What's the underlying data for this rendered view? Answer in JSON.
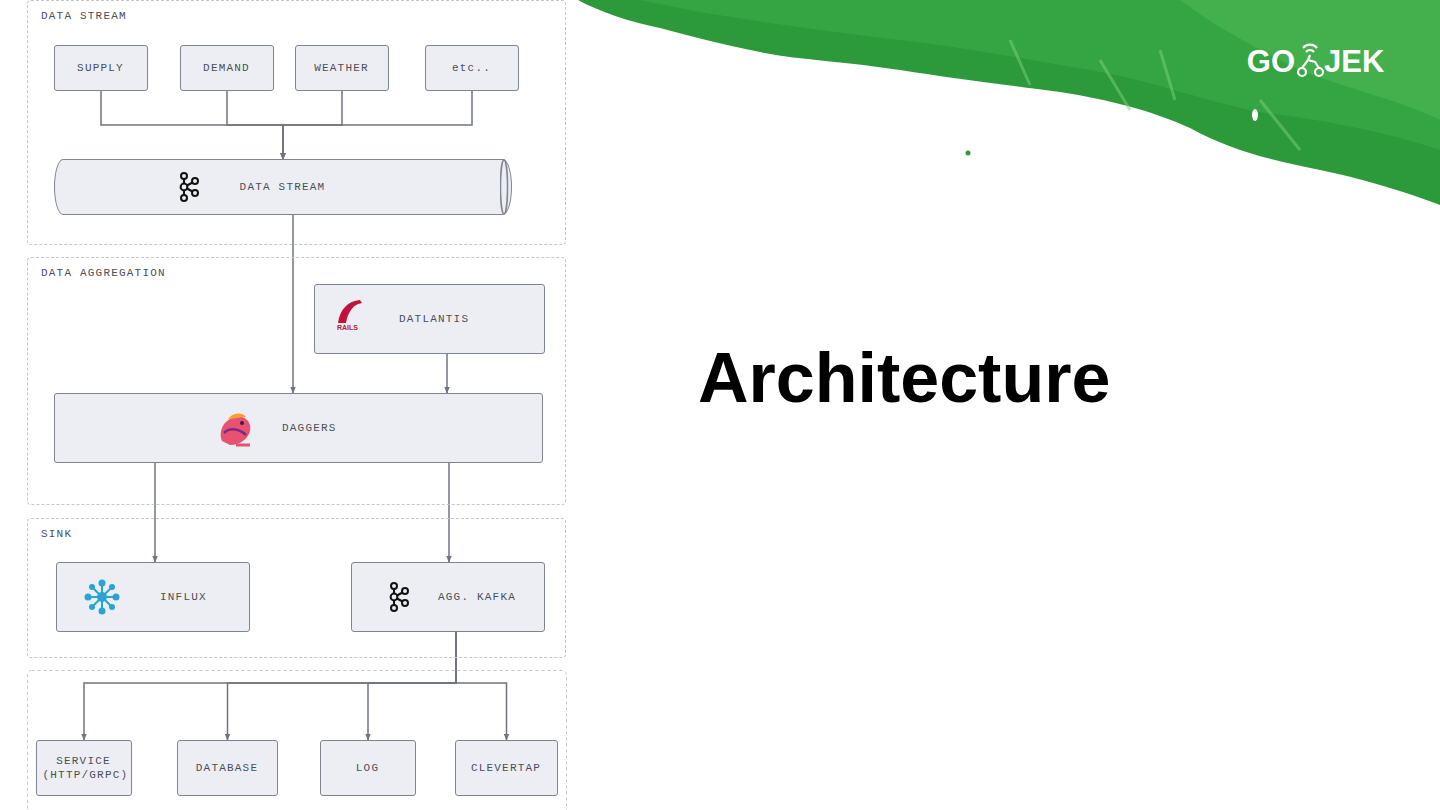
{
  "diagram": {
    "title": "Architecture",
    "nodes": [
      {
        "text": [
          "DATA STREAM"
        ]
      },
      {
        "text": [
          "SUPPLY"
        ],
        "in": 0
      },
      {
        "text": [
          "DEMAND"
        ],
        "in": 0
      },
      {
        "text": [
          "WEATHER"
        ],
        "in": 0
      },
      {
        "text": [
          "etc.."
        ],
        "in": 0
      },
      {
        "text": [
          "DATA STREAM"
        ],
        "in": 0
      },
      {
        "text": [
          "DATA AGGREGATION"
        ]
      },
      {
        "text": [
          "DATLANTIS"
        ],
        "in": 6
      },
      {
        "text": [
          "DAGGERS"
        ],
        "in": 6
      },
      {
        "text": [
          "SINK"
        ]
      },
      {
        "text": [
          "INFLUX"
        ],
        "in": 9
      },
      {
        "text": [
          "AGG. KAFKA"
        ],
        "in": 9
      },
      {
        "text": [
          "SERVICE (HTTP/GRPC)"
        ]
      },
      {
        "text": [
          "DATABASE"
        ]
      },
      {
        "text": [
          "LOG"
        ]
      },
      {
        "text": [
          "CLEVERTAP"
        ]
      }
    ],
    "edges": [
      {
        "from": 1,
        "to": 5,
        "arrow": "to"
      },
      {
        "from": 2,
        "to": 5,
        "arrow": "to"
      },
      {
        "from": 3,
        "to": 5,
        "arrow": "to"
      },
      {
        "from": 4,
        "to": 5,
        "arrow": "to"
      },
      {
        "from": 5,
        "to": 8,
        "arrow": "to"
      },
      {
        "from": 7,
        "to": 8,
        "arrow": "to"
      },
      {
        "from": 8,
        "to": 10,
        "arrow": "to"
      },
      {
        "from": 8,
        "to": 11,
        "arrow": "to"
      },
      {
        "from": 11,
        "to": 12,
        "arrow": "to"
      },
      {
        "from": 11,
        "to": 13,
        "arrow": "to"
      },
      {
        "from": 11,
        "to": 14,
        "arrow": "to"
      },
      {
        "from": 11,
        "to": 15,
        "arrow": "to"
      }
    ],
    "labels": [
      "RAILS",
      "GO",
      "JEK"
    ]
  }
}
